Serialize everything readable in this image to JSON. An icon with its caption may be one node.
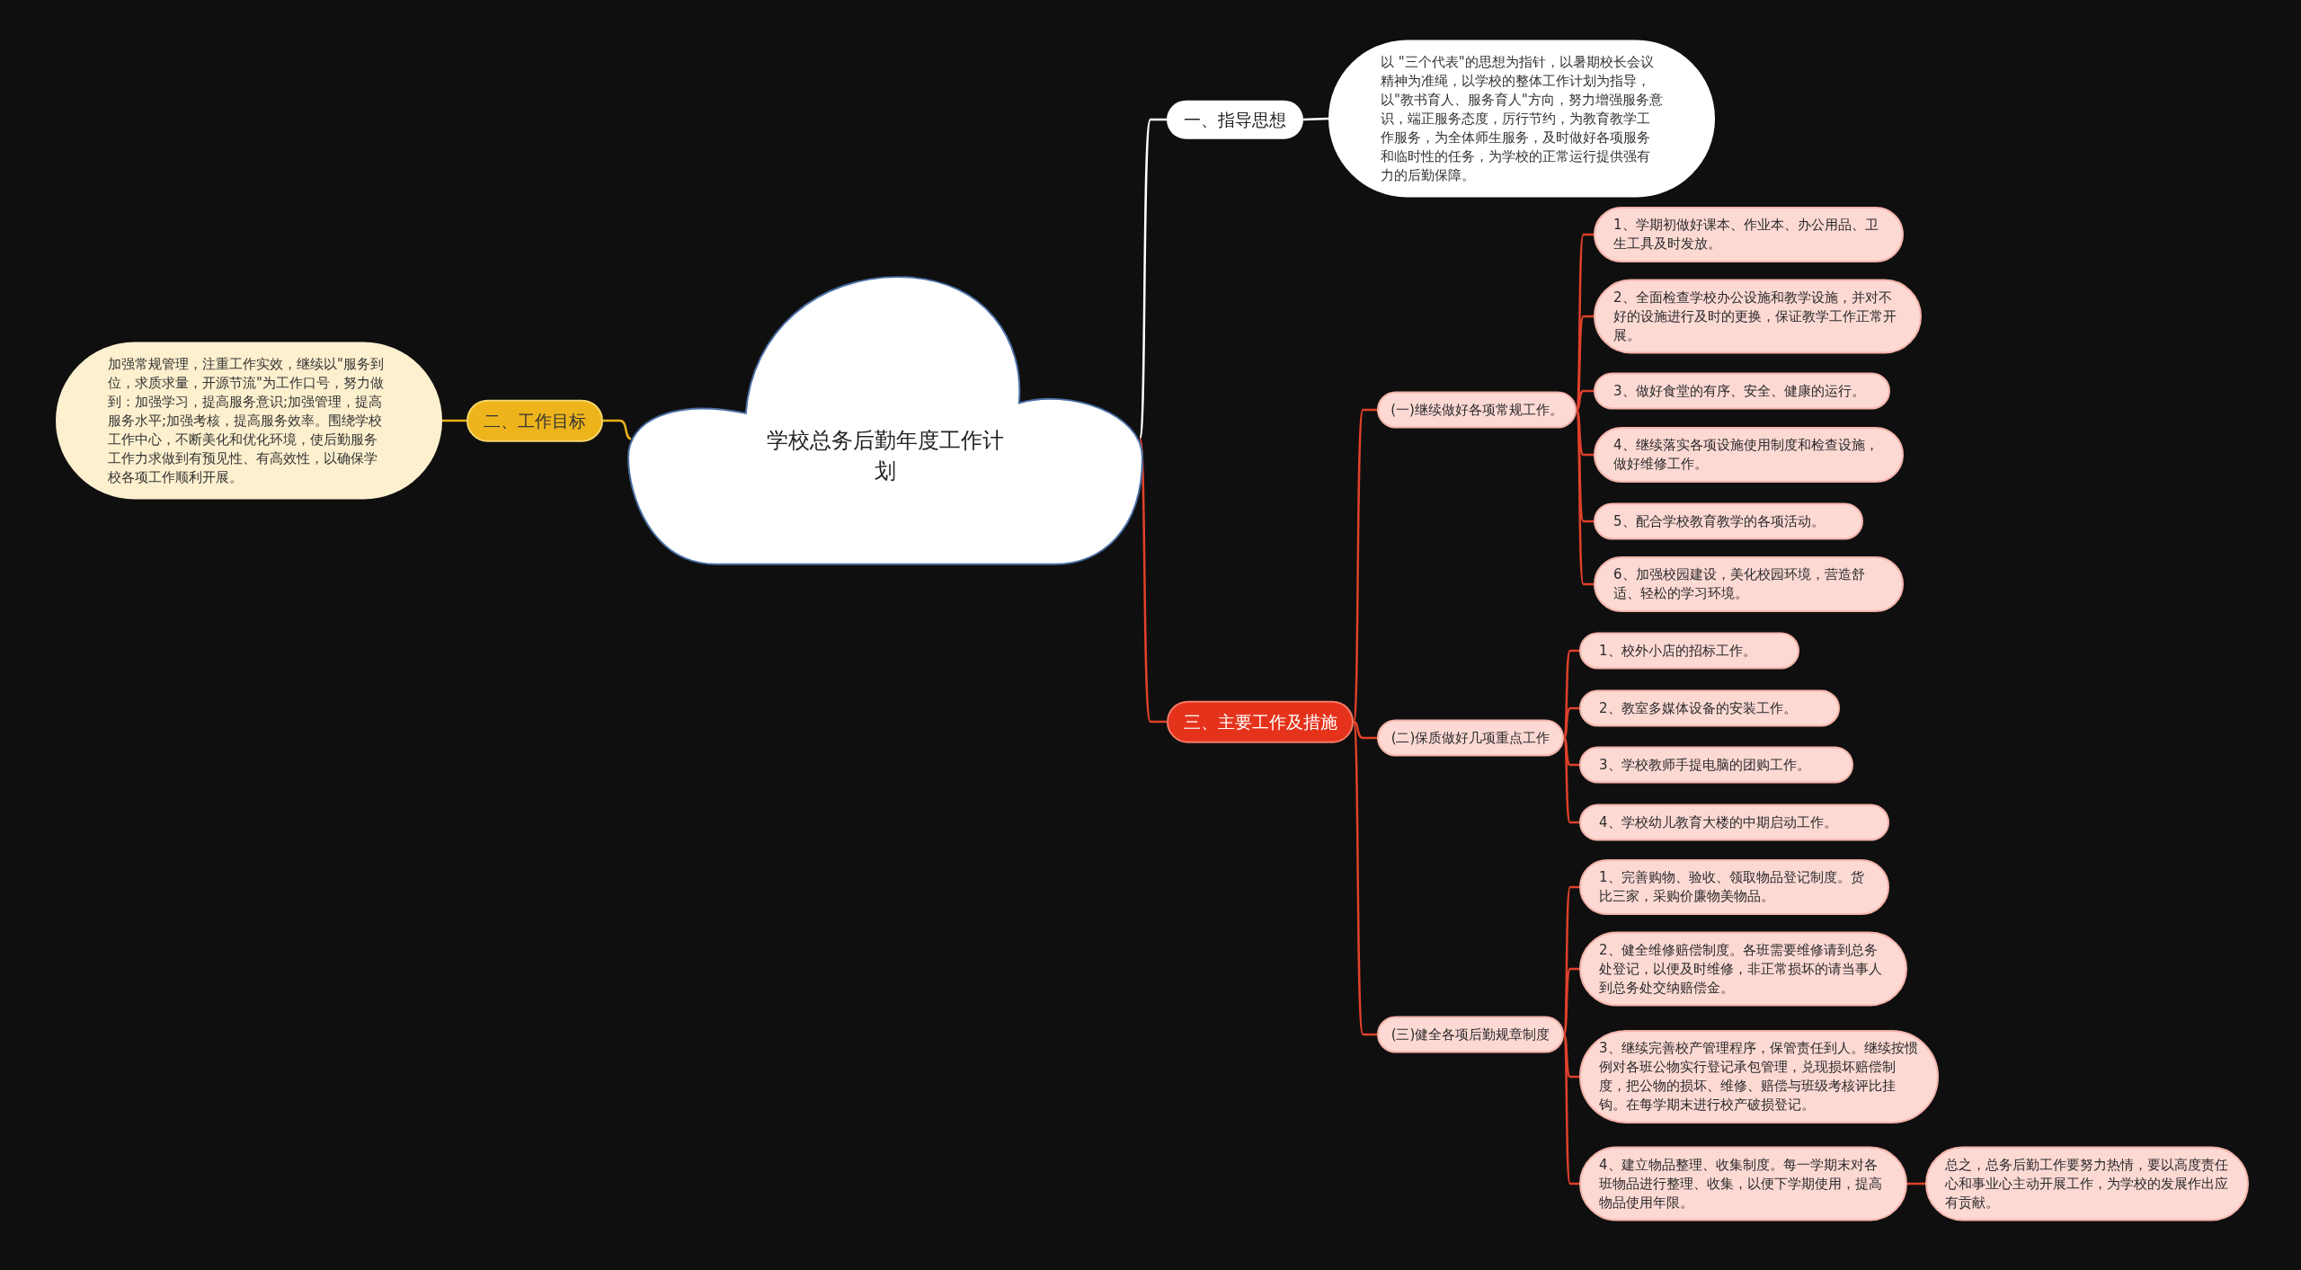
{
  "diagram": {
    "nodes": [
      {
        "text": [
          "学校总务后勤年度工作计划"
        ]
      },
      {
        "text": [
          "一、指导思想"
        ]
      },
      {
        "text": [
          "以 \"三个代表\"的思想为指针，以暑期校长会议精神为准绳，以学校的整体工作计划为指导，以\"教书育人、服务育人\"方向，努力增强服务意识，端正服务态度，厉行节约，为教育教学工作服务，为全体师生服务，及时做好各项服务和临时性的任务，为学校的正常运行提供强有力的后勤保障。"
        ]
      },
      {
        "text": [
          "二、工作目标"
        ]
      },
      {
        "text": [
          "加强常规管理，注重工作实效，继续以\"服务到位，求质求量，开源节流\"为工作口号，努力做到：加强学习，提高服务意识;加强管理，提高服务水平;加强考核，提高服务效率。围绕学校工作中心，不断美化和优化环境，使后勤服务工作力求做到有预见性、有高效性，以确保学校各项工作顺利开展。"
        ]
      },
      {
        "text": [
          "三、主要工作及措施"
        ]
      },
      {
        "text": [
          "(一)继续做好各项常规工作。"
        ]
      },
      {
        "text": [
          "1、学期初做好课本、作业本、办公用品、卫生工具及时发放。"
        ]
      },
      {
        "text": [
          "2、全面检查学校办公设施和教学设施，并对不好的设施进行及时的更换，保证教学工作正常开展。"
        ]
      },
      {
        "text": [
          "3、做好食堂的有序、安全、健康的运行。"
        ]
      },
      {
        "text": [
          "4、继续落实各项设施使用制度和检查设施，做好维修工作。"
        ]
      },
      {
        "text": [
          "5、配合学校教育教学的各项活动。"
        ]
      },
      {
        "text": [
          "6、加强校园建设，美化校园环境，营造舒适、轻松的学习环境。"
        ]
      },
      {
        "text": [
          "(二)保质做好几项重点工作"
        ]
      },
      {
        "text": [
          "1、校外小店的招标工作。"
        ]
      },
      {
        "text": [
          "2、教室多媒体设备的安装工作。"
        ]
      },
      {
        "text": [
          "3、学校教师手提电脑的团购工作。"
        ]
      },
      {
        "text": [
          "4、学校幼儿教育大楼的中期启动工作。"
        ]
      },
      {
        "text": [
          "(三)健全各项后勤规章制度"
        ]
      },
      {
        "text": [
          "1、完善购物、验收、领取物品登记制度。货比三家，采购价廉物美物品。"
        ]
      },
      {
        "text": [
          "2、健全维修赔偿制度。各班需要维修请到总务处登记，以便及时维修，非正常损坏的请当事人到总务处交纳赔偿金。"
        ]
      },
      {
        "text": [
          "3、继续完善校产管理程序，保管责任到人。继续按惯例对各班公物实行登记承包管理，兑现损坏赔偿制度，把公物的损坏、维修、赔偿与班级考核评比挂钩。在每学期末进行校产破损登记。"
        ]
      },
      {
        "text": [
          "4、建立物品整理、收集制度。每一学期末对各班物品进行整理、收集，以便下学期使用，提高物品使用年限。"
        ]
      },
      {
        "text": [
          "总之，总务后勤工作要努力热情，要以高度责任心和事业心主动开展工作，为学校的发展作出应有贡献。"
        ]
      }
    ],
    "edges": [
      {
        "from": 0,
        "to": 1,
        "arrow": "none",
        "color": "#ffffff"
      },
      {
        "from": 1,
        "to": 2,
        "arrow": "none",
        "color": "#ffffff"
      },
      {
        "from": 0,
        "to": 3,
        "arrow": "none",
        "color": "#e9b21c"
      },
      {
        "from": 3,
        "to": 4,
        "arrow": "none",
        "color": "#e9b21c"
      },
      {
        "from": 0,
        "to": 5,
        "arrow": "none"
      },
      {
        "from": 5,
        "to": 6,
        "arrow": "none"
      },
      {
        "from": 6,
        "to": 7,
        "arrow": "none"
      },
      {
        "from": 6,
        "to": 8,
        "arrow": "none"
      },
      {
        "from": 6,
        "to": 9,
        "arrow": "none"
      },
      {
        "from": 6,
        "to": 10,
        "arrow": "none"
      },
      {
        "from": 6,
        "to": 11,
        "arrow": "none"
      },
      {
        "from": 6,
        "to": 12,
        "arrow": "none"
      },
      {
        "from": 5,
        "to": 13,
        "arrow": "none"
      },
      {
        "from": 13,
        "to": 14,
        "arrow": "none"
      },
      {
        "from": 13,
        "to": 15,
        "arrow": "none"
      },
      {
        "from": 13,
        "to": 16,
        "arrow": "none"
      },
      {
        "from": 13,
        "to": 17,
        "arrow": "none"
      },
      {
        "from": 5,
        "to": 18,
        "arrow": "none"
      },
      {
        "from": 18,
        "to": 19,
        "arrow": "none"
      },
      {
        "from": 18,
        "to": 20,
        "arrow": "none"
      },
      {
        "from": 18,
        "to": 21,
        "arrow": "none"
      },
      {
        "from": 18,
        "to": 22,
        "arrow": "none"
      },
      {
        "from": 22,
        "to": 23,
        "arrow": "none"
      }
    ]
  }
}
